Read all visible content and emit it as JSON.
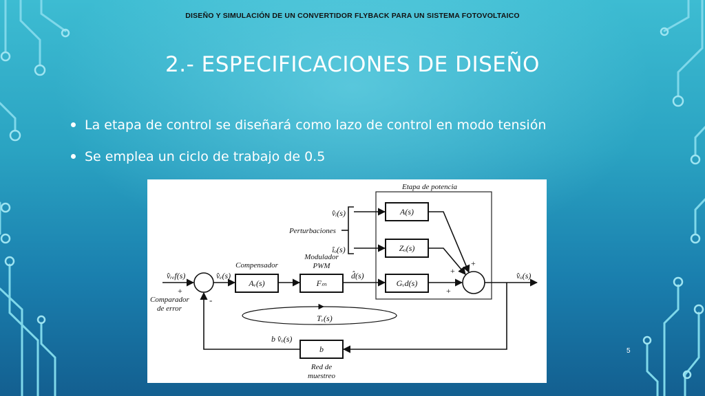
{
  "header": {
    "text": "DISEÑO Y SIMULACIÓN DE UN CONVERTIDOR FLYBACK PARA UN SISTEMA FOTOVOLTAICO"
  },
  "title": "2.- ESPECIFICACIONES DE DISEÑO",
  "bullets": [
    "La etapa de control se diseñará como lazo de control en modo tensión",
    "Se emplea un ciclo de trabajo de 0.5"
  ],
  "diagram": {
    "power_stage_label": "Etapa de potencia",
    "disturbances_label": "Perturbaciones",
    "disturbance_1": "v̂ᵢ(s)",
    "disturbance_2": "îₒ(s)",
    "block_A": "A(s)",
    "block_Zo": "Zₒ(s)",
    "block_Gvd": "Gᵥd(s)",
    "block_Av": "Aᵥ(s)",
    "block_Fm": "Fₘ",
    "block_b": "b",
    "compensator_label": "Compensador",
    "modulator_label_1": "Modulador",
    "modulator_label_2": "PWM",
    "input_signal": "v̂ᵣₑf(s)",
    "error_signal": "v̂ₑ(s)",
    "duty_signal": "d̂(s)",
    "output_signal": "v̂ₒ(s)",
    "feedback_signal": "b v̂ₒ(s)",
    "loop_gain_label": "Tᵥ(s)",
    "comparator_label_1": "Comparador",
    "comparator_label_2": "de error",
    "network_label_1": "Red de",
    "network_label_2": "muestreo",
    "plus": "+",
    "minus": "-"
  },
  "page_number": "5"
}
